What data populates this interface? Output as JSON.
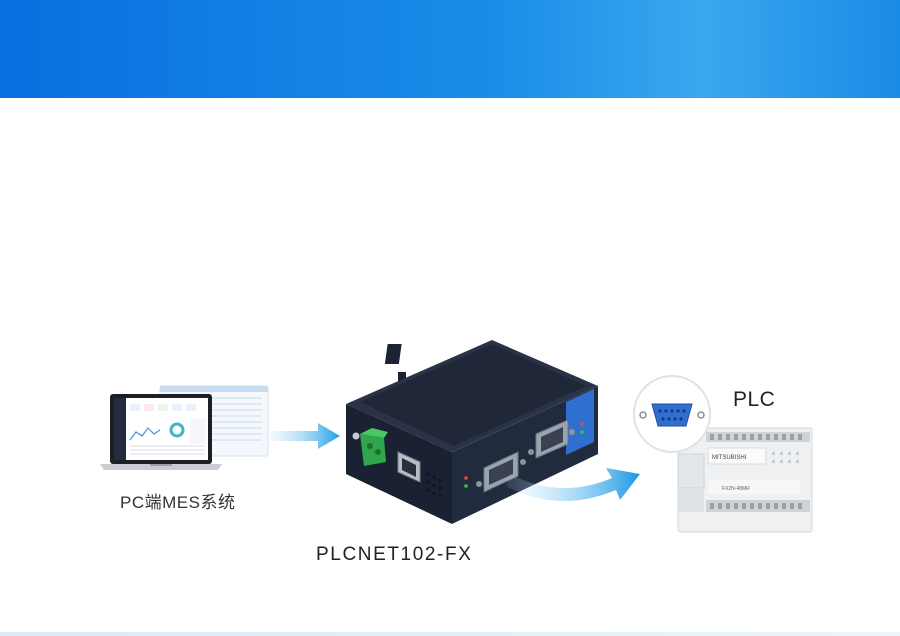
{
  "pc": {
    "label": "PC端MES系统"
  },
  "device": {
    "label": "PLCNET102-FX"
  },
  "plc": {
    "label": "PLC",
    "brand": "MITSUBISHI",
    "model": "FX2N-48MR"
  },
  "colors": {
    "banner": "#1a8de8",
    "arrow": "#1d9ee6",
    "device_body": "#20293d",
    "connector": "#2f6fd0"
  }
}
